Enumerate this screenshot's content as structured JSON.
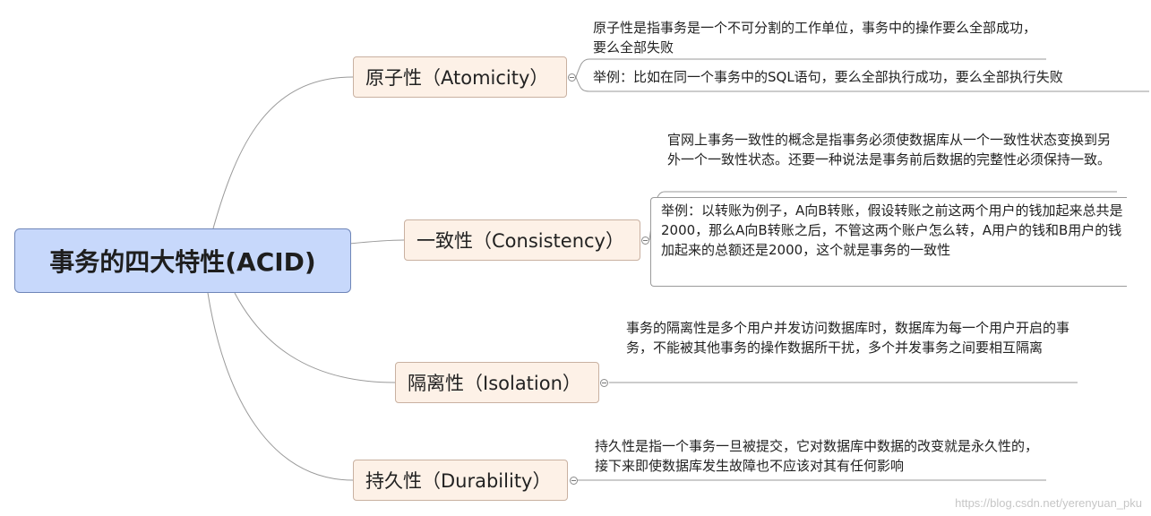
{
  "root": {
    "label": "事务的四大特性(ACID)"
  },
  "branches": [
    {
      "label": "原子性（Atomicity）",
      "leaves": [
        "原子性是指事务是一个不可分割的工作单位，事务中的操作要么全部成功，要么全部失败",
        "举例：比如在同一个事务中的SQL语句，要么全部执行成功，要么全部执行失败"
      ]
    },
    {
      "label": "一致性（Consistency）",
      "leaves": [
        "官网上事务一致性的概念是指事务必须使数据库从一个一致性状态变换到另外一个一致性状态。还要一种说法是事务前后数据的完整性必须保持一致。",
        "举例：以转账为例子，A向B转账，假设转账之前这两个用户的钱加起来总共是2000，那么A向B转账之后，不管这两个账户怎么转，A用户的钱和B用户的钱加起来的总额还是2000，这个就是事务的一致性"
      ]
    },
    {
      "label": "隔离性（Isolation）",
      "leaves": [
        "事务的隔离性是多个用户并发访问数据库时，数据库为每一个用户开启的事务，不能被其他事务的操作数据所干扰，多个并发事务之间要相互隔离"
      ]
    },
    {
      "label": "持久性（Durability）",
      "leaves": [
        "持久性是指一个事务一旦被提交，它对数据库中数据的改变就是永久性的，接下来即使数据库发生故障也不应该对其有任何影响"
      ]
    }
  ],
  "watermark": "https://blog.csdn.net/yerenyuan_pku"
}
